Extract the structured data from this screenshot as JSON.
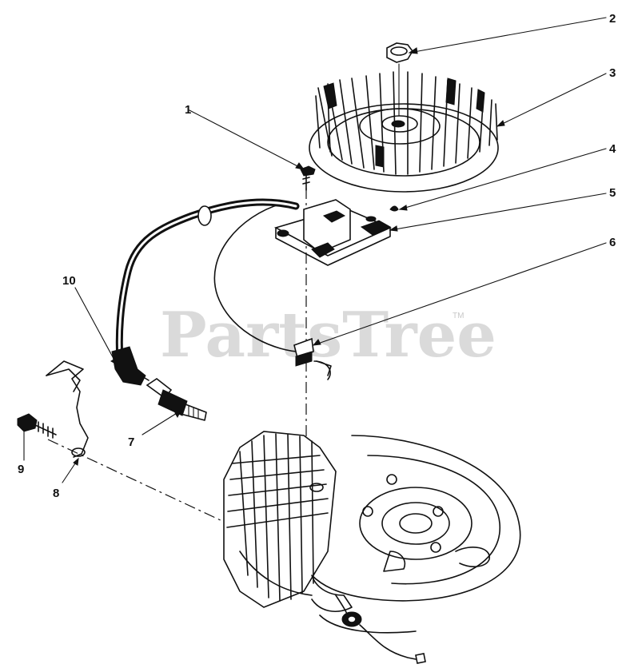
{
  "watermark": {
    "text": "PartsTree",
    "trademark": "TM"
  },
  "callouts": [
    {
      "id": "1",
      "label": "1"
    },
    {
      "id": "2",
      "label": "2"
    },
    {
      "id": "3",
      "label": "3"
    },
    {
      "id": "4",
      "label": "4"
    },
    {
      "id": "5",
      "label": "5"
    },
    {
      "id": "6",
      "label": "6"
    },
    {
      "id": "7",
      "label": "7"
    },
    {
      "id": "8",
      "label": "8"
    },
    {
      "id": "9",
      "label": "9"
    },
    {
      "id": "10",
      "label": "10"
    }
  ]
}
